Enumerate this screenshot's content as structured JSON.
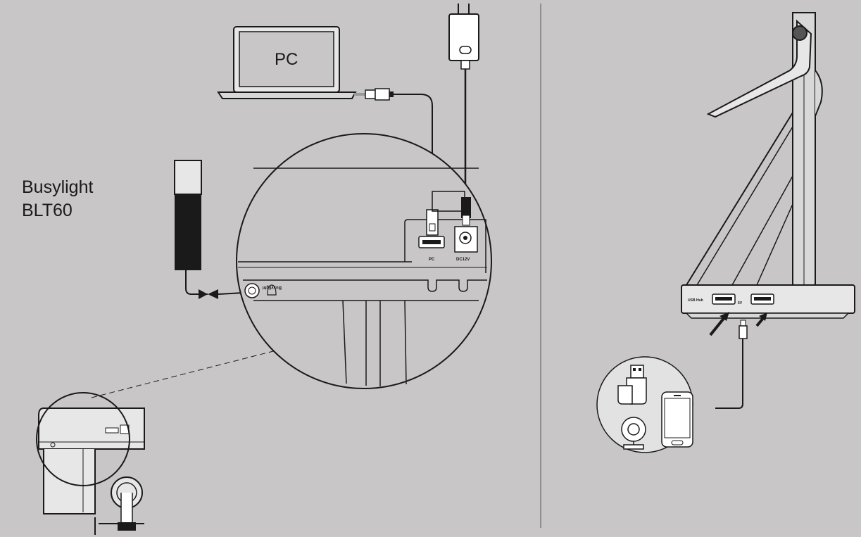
{
  "left_panel": {
    "pc_label": "PC",
    "busylight_line1": "Busylight",
    "busylight_line2": "BLT60",
    "port_labels": {
      "pc": "PC",
      "dc": "DC12V",
      "busylight": "Busylight"
    }
  },
  "right_panel": {
    "port_labels": {
      "usb_hub": "USB Hub",
      "five_v": "5V"
    },
    "devices": [
      "usb-flash-drive",
      "webcam",
      "mobile-phone"
    ]
  },
  "colors": {
    "background": "#c8c6c7",
    "line": "#1a1a1a",
    "device_fill": "#ffffff",
    "circle_fill": "#e3e2e2"
  }
}
